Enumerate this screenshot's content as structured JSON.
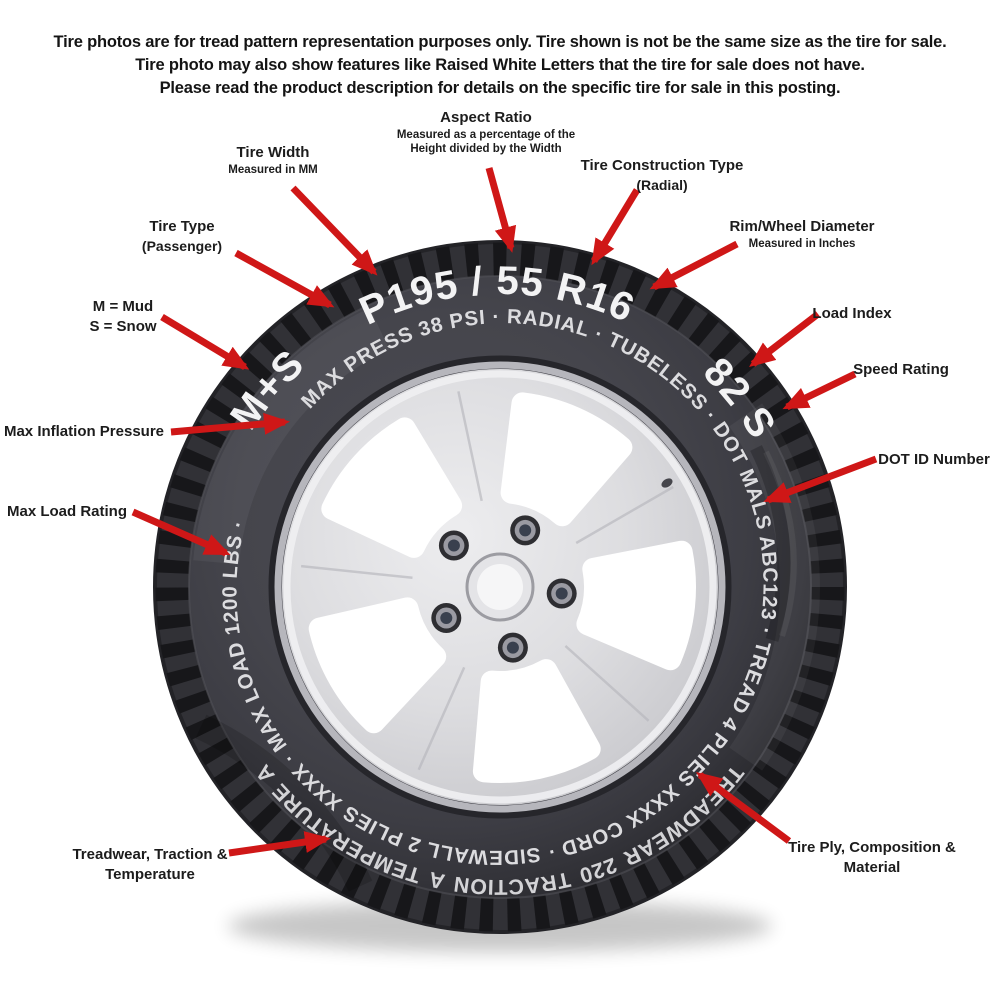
{
  "disclaimer": {
    "line1": "Tire photos are for tread pattern representation purposes only. Tire shown is not be the same size as the tire for sale.",
    "line2": "Tire photo may also show features like Raised White Letters that the tire for sale does not have.",
    "line3": "Please read the product description for details on the specific tire for sale in this posting."
  },
  "sidewall": {
    "mud_snow": "M+S",
    "size": "P195 / 55 R16",
    "load_speed": "82 S",
    "inner_ring": "MAX PRESS 38 PSI · RADIAL · TUBELESS · DOT MALS ABC123 · TREAD 4 PLIES XXXX CORD · SIDEWALL 2 PLIES XXXX · MAX LOAD 1200 LBS ·",
    "utqg": "TREADWEAR 220 TRACTION A TEMPERATURE A"
  },
  "labels": {
    "tire_width": {
      "title": "Tire Width",
      "sub": "Measured in MM"
    },
    "aspect_ratio": {
      "title": "Aspect Ratio",
      "sub": "Measured as a percentage of the",
      "sub2": "Height divided by the Width"
    },
    "construction": {
      "title": "Tire Construction Type",
      "sub": "(Radial)"
    },
    "rim_diameter": {
      "title": "Rim/Wheel Diameter",
      "sub": "Measured in Inches"
    },
    "load_index": {
      "title": "Load Index"
    },
    "speed_rating": {
      "title": "Speed Rating"
    },
    "dot_id": {
      "title": "DOT ID Number"
    },
    "tire_type": {
      "title": "Tire Type",
      "sub": "(Passenger)"
    },
    "mud_snow": {
      "title": "M = Mud",
      "sub": "S = Snow"
    },
    "max_inflation": {
      "title": "Max Inflation Pressure"
    },
    "max_load": {
      "title": "Max Load Rating"
    },
    "treadwear": {
      "title": "Treadwear, Traction &",
      "sub": "Temperature"
    },
    "tire_ply": {
      "title": "Tire Ply, Composition &",
      "sub": "Material"
    }
  },
  "colors": {
    "arrow": "#cf1717",
    "label_text": "#1c1c1c",
    "tire": "#3a3a40",
    "tread": "#17171a",
    "wheel": "#d9d9db",
    "sidewall_text": "#f3f3f4"
  }
}
